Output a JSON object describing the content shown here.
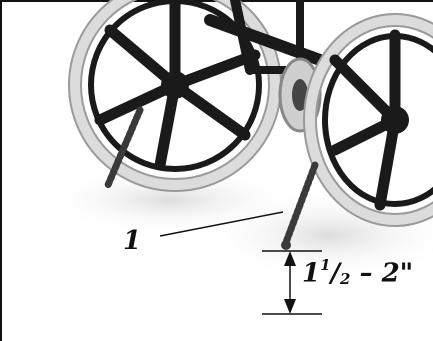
{
  "callouts": {
    "part_number": "1",
    "gap_whole": "1",
    "gap_num": "1",
    "gap_den": "2",
    "gap_rest": " – 2\""
  },
  "colors": {
    "tire": "#d8d8d8",
    "tire_edge": "#9a9a9a",
    "frame": "#1a1a1a",
    "shadow": "#e6e6e6",
    "line": "#111111"
  }
}
